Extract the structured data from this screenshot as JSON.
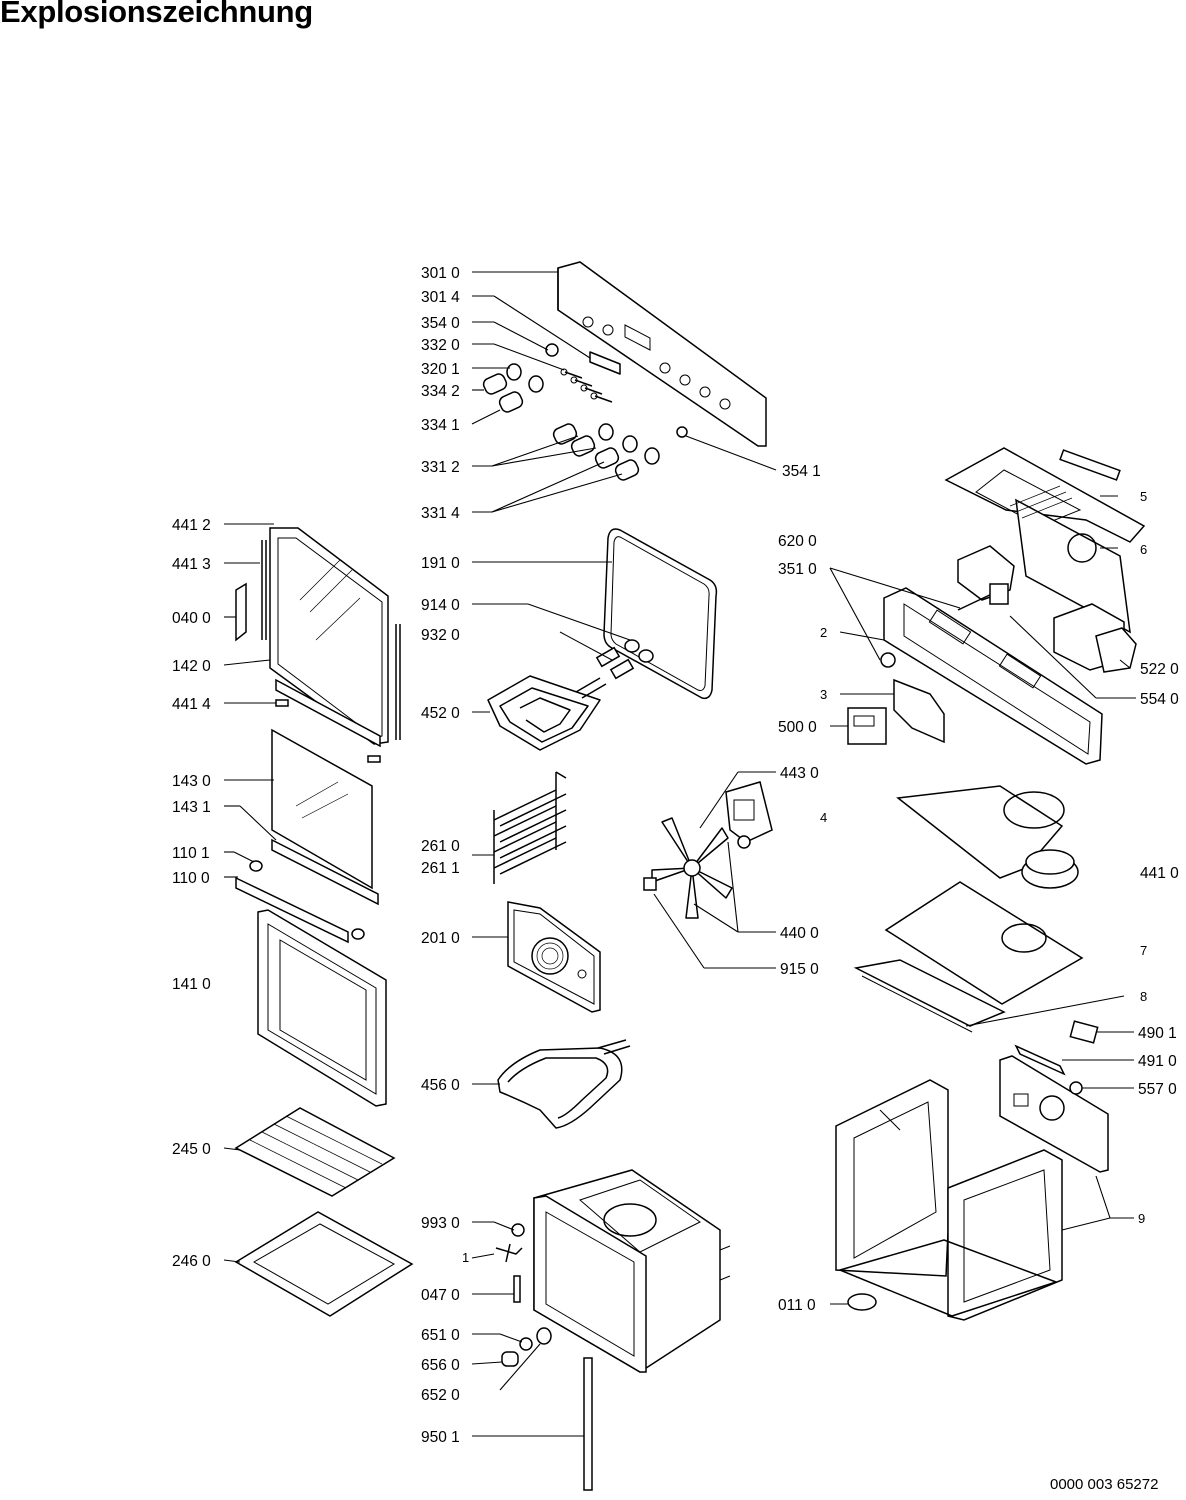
{
  "title": "Explosionszeichnung",
  "document_number": "0000 003 65272",
  "part_labels": [
    "301 0",
    "301 4",
    "354 0",
    "332 0",
    "320 1",
    "334 2",
    "334 1",
    "331 2",
    "331 4",
    "354 1",
    "441 2",
    "441 3",
    "040 0",
    "142 0",
    "441 4",
    "143 0",
    "143 1",
    "110 1",
    "110 0",
    "141 0",
    "245 0",
    "246 0",
    "191 0",
    "914 0",
    "932 0",
    "452 0",
    "261 0",
    "261 1",
    "201 0",
    "456 0",
    "993 0",
    "1",
    "047 0",
    "651 0",
    "656 0",
    "652 0",
    "950 1",
    "5",
    "6",
    "620 0",
    "351 0",
    "2",
    "522 0",
    "554 0",
    "3",
    "500 0",
    "443 0",
    "4",
    "441 0",
    "440 0",
    "915 0",
    "7",
    "8",
    "490 1",
    "491 0",
    "557 0",
    "9",
    "011 0"
  ]
}
